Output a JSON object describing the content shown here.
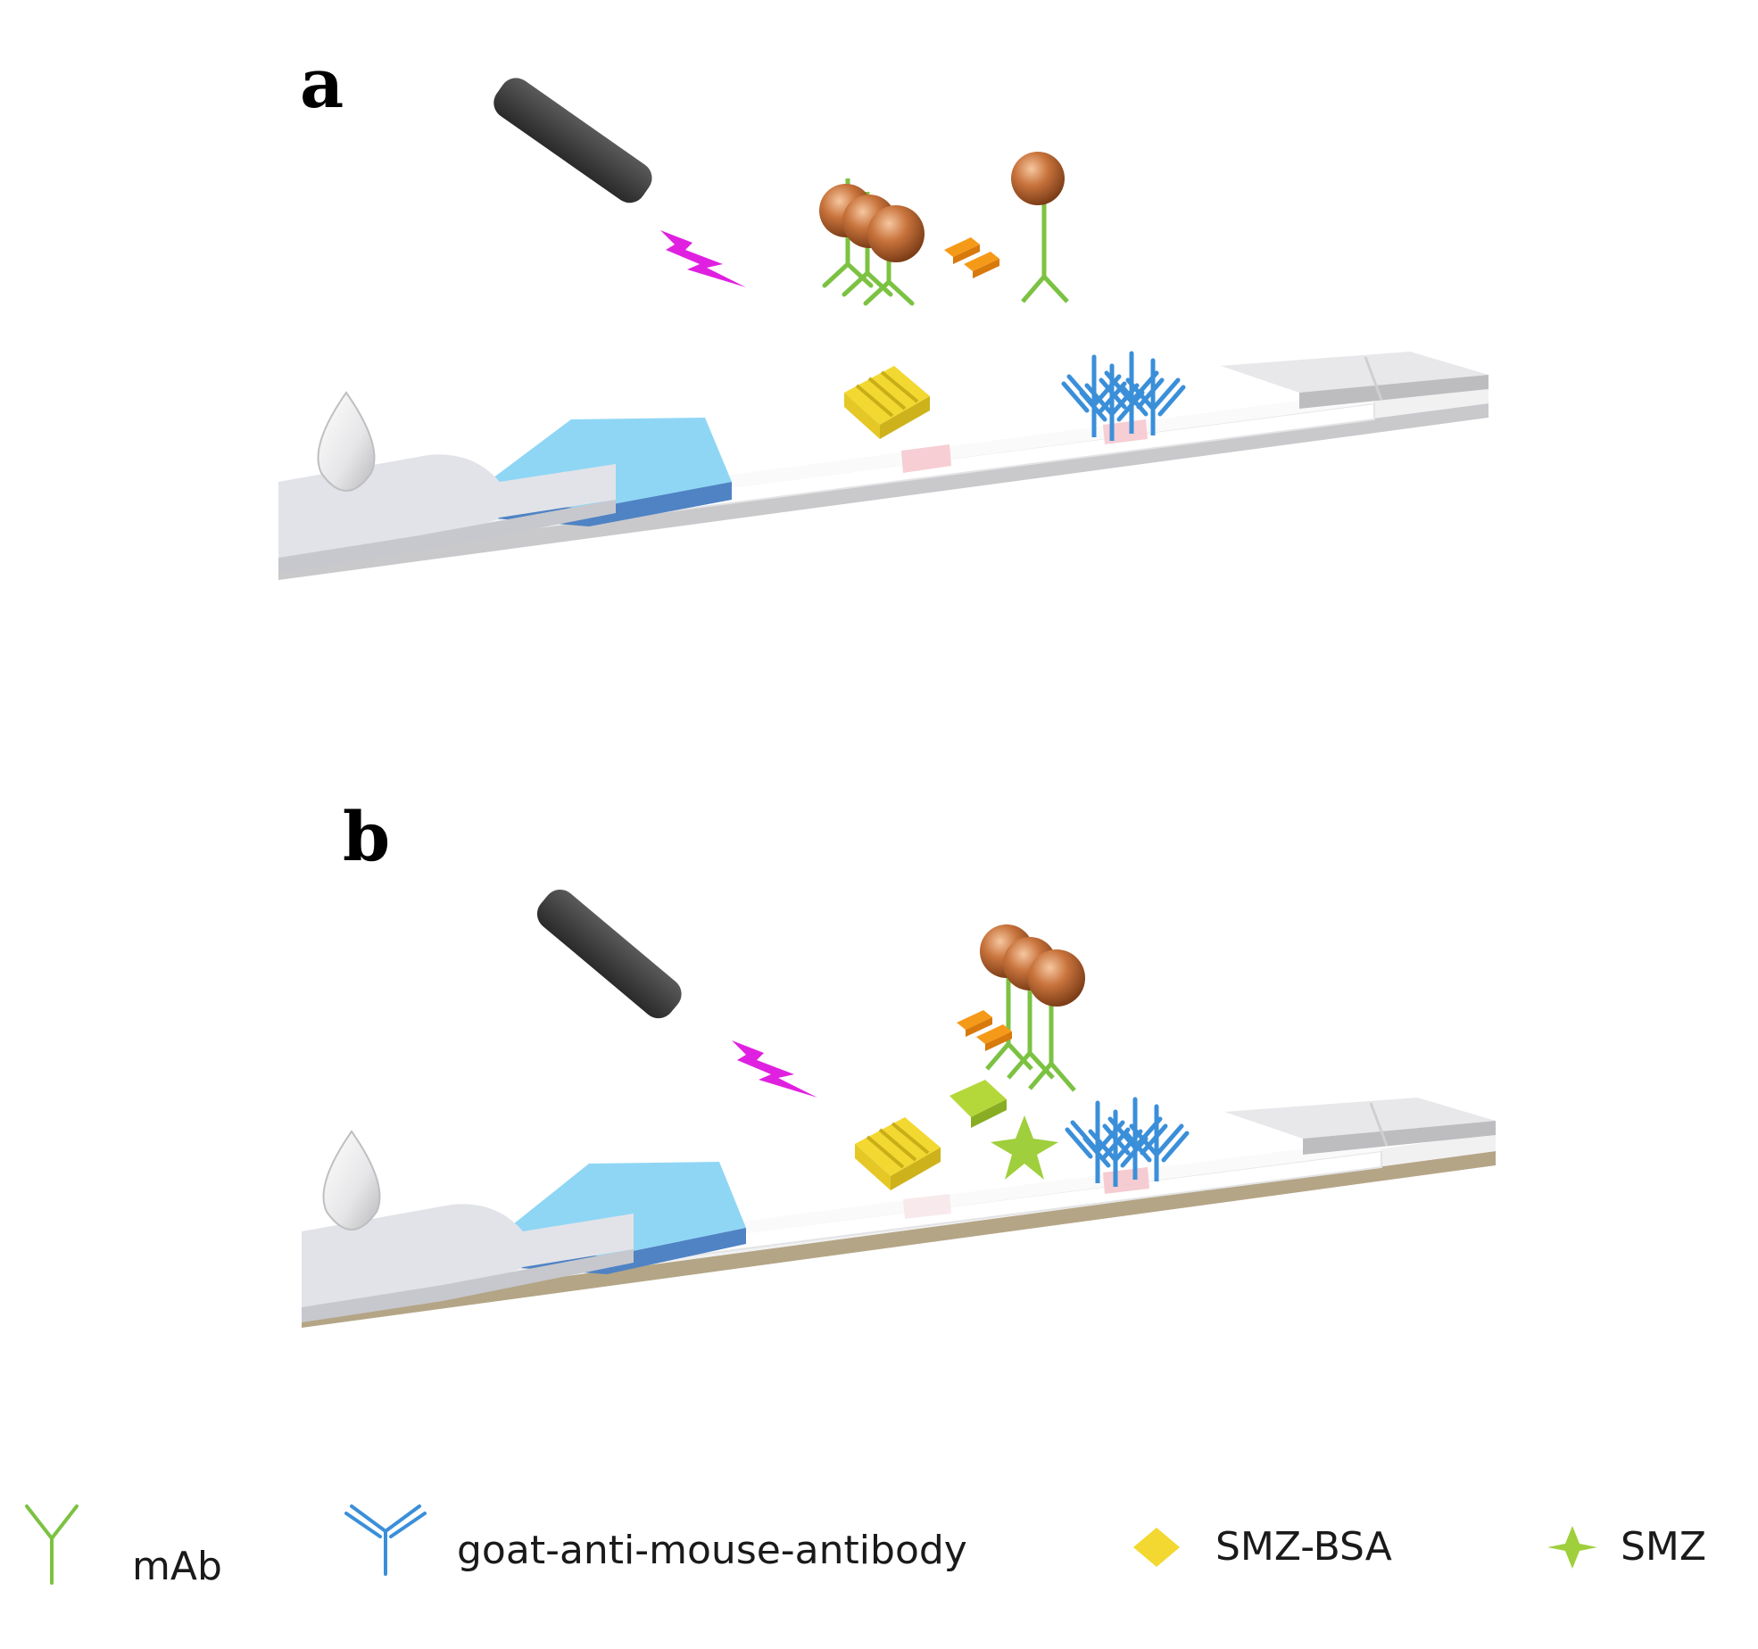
{
  "panels": [
    {
      "label": "a"
    },
    {
      "label": "b"
    }
  ],
  "legend": [
    {
      "text": "mAb",
      "icon": "mab-antibody-icon"
    },
    {
      "text": "goat-anti-mouse-antibody",
      "icon": "goat-anti-mouse-antibody-icon"
    },
    {
      "text": "SMZ-BSA",
      "icon": "diamond-icon"
    },
    {
      "text": "SMZ",
      "icon": "star-icon"
    }
  ],
  "colors": {
    "mab": "#7cc242",
    "goat_antibody": "#3b8fd9",
    "smz_bsa": "#f2d830",
    "smz": "#9fcf3c",
    "gold_nanoparticle": "#c8733c",
    "light_pulse": "#e020e0",
    "light_source": "#3e3e3e",
    "fragment": "#f59a18",
    "sample_pad": "#dcdde3",
    "conjugate_pad": "#8fd6f5",
    "line_pink": "#f4c6cc"
  }
}
